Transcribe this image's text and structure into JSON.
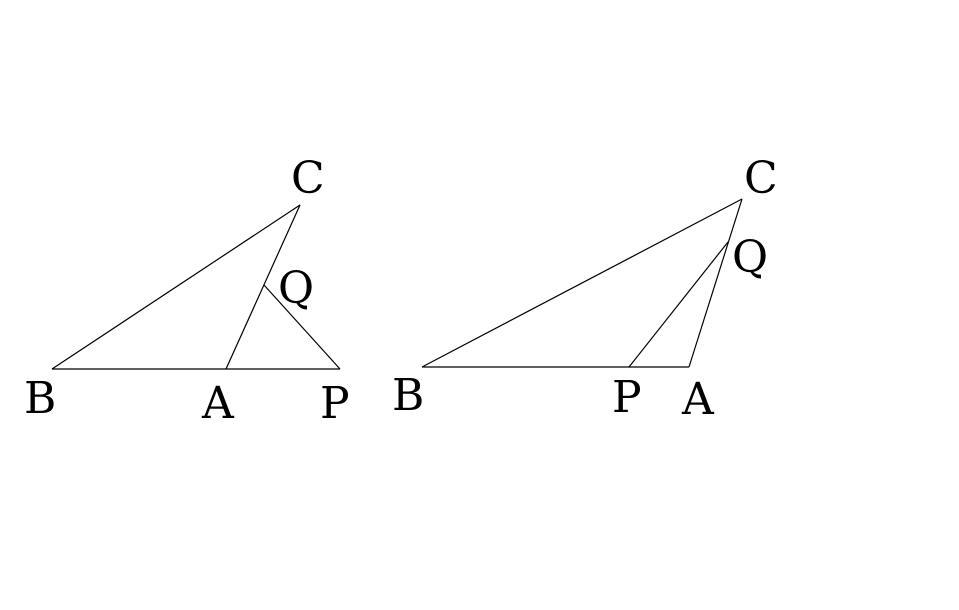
{
  "diagrams": [
    {
      "id": "left-diagram",
      "points": {
        "B": {
          "label": "B"
        },
        "A": {
          "label": "A"
        },
        "P": {
          "label": "P"
        },
        "C": {
          "label": "C"
        },
        "Q": {
          "label": "Q"
        }
      },
      "segments": [
        [
          "B",
          "A"
        ],
        [
          "A",
          "P"
        ],
        [
          "B",
          "C"
        ],
        [
          "A",
          "C"
        ],
        [
          "Q",
          "P"
        ]
      ]
    },
    {
      "id": "right-diagram",
      "points": {
        "B": {
          "label": "B"
        },
        "P": {
          "label": "P"
        },
        "A": {
          "label": "A"
        },
        "C": {
          "label": "C"
        },
        "Q": {
          "label": "Q"
        }
      },
      "segments": [
        [
          "B",
          "P"
        ],
        [
          "P",
          "A"
        ],
        [
          "B",
          "C"
        ],
        [
          "A",
          "C"
        ],
        [
          "P",
          "Q"
        ]
      ]
    }
  ],
  "colors": {
    "line": "#000000",
    "text": "#000000",
    "background": "#ffffff"
  }
}
